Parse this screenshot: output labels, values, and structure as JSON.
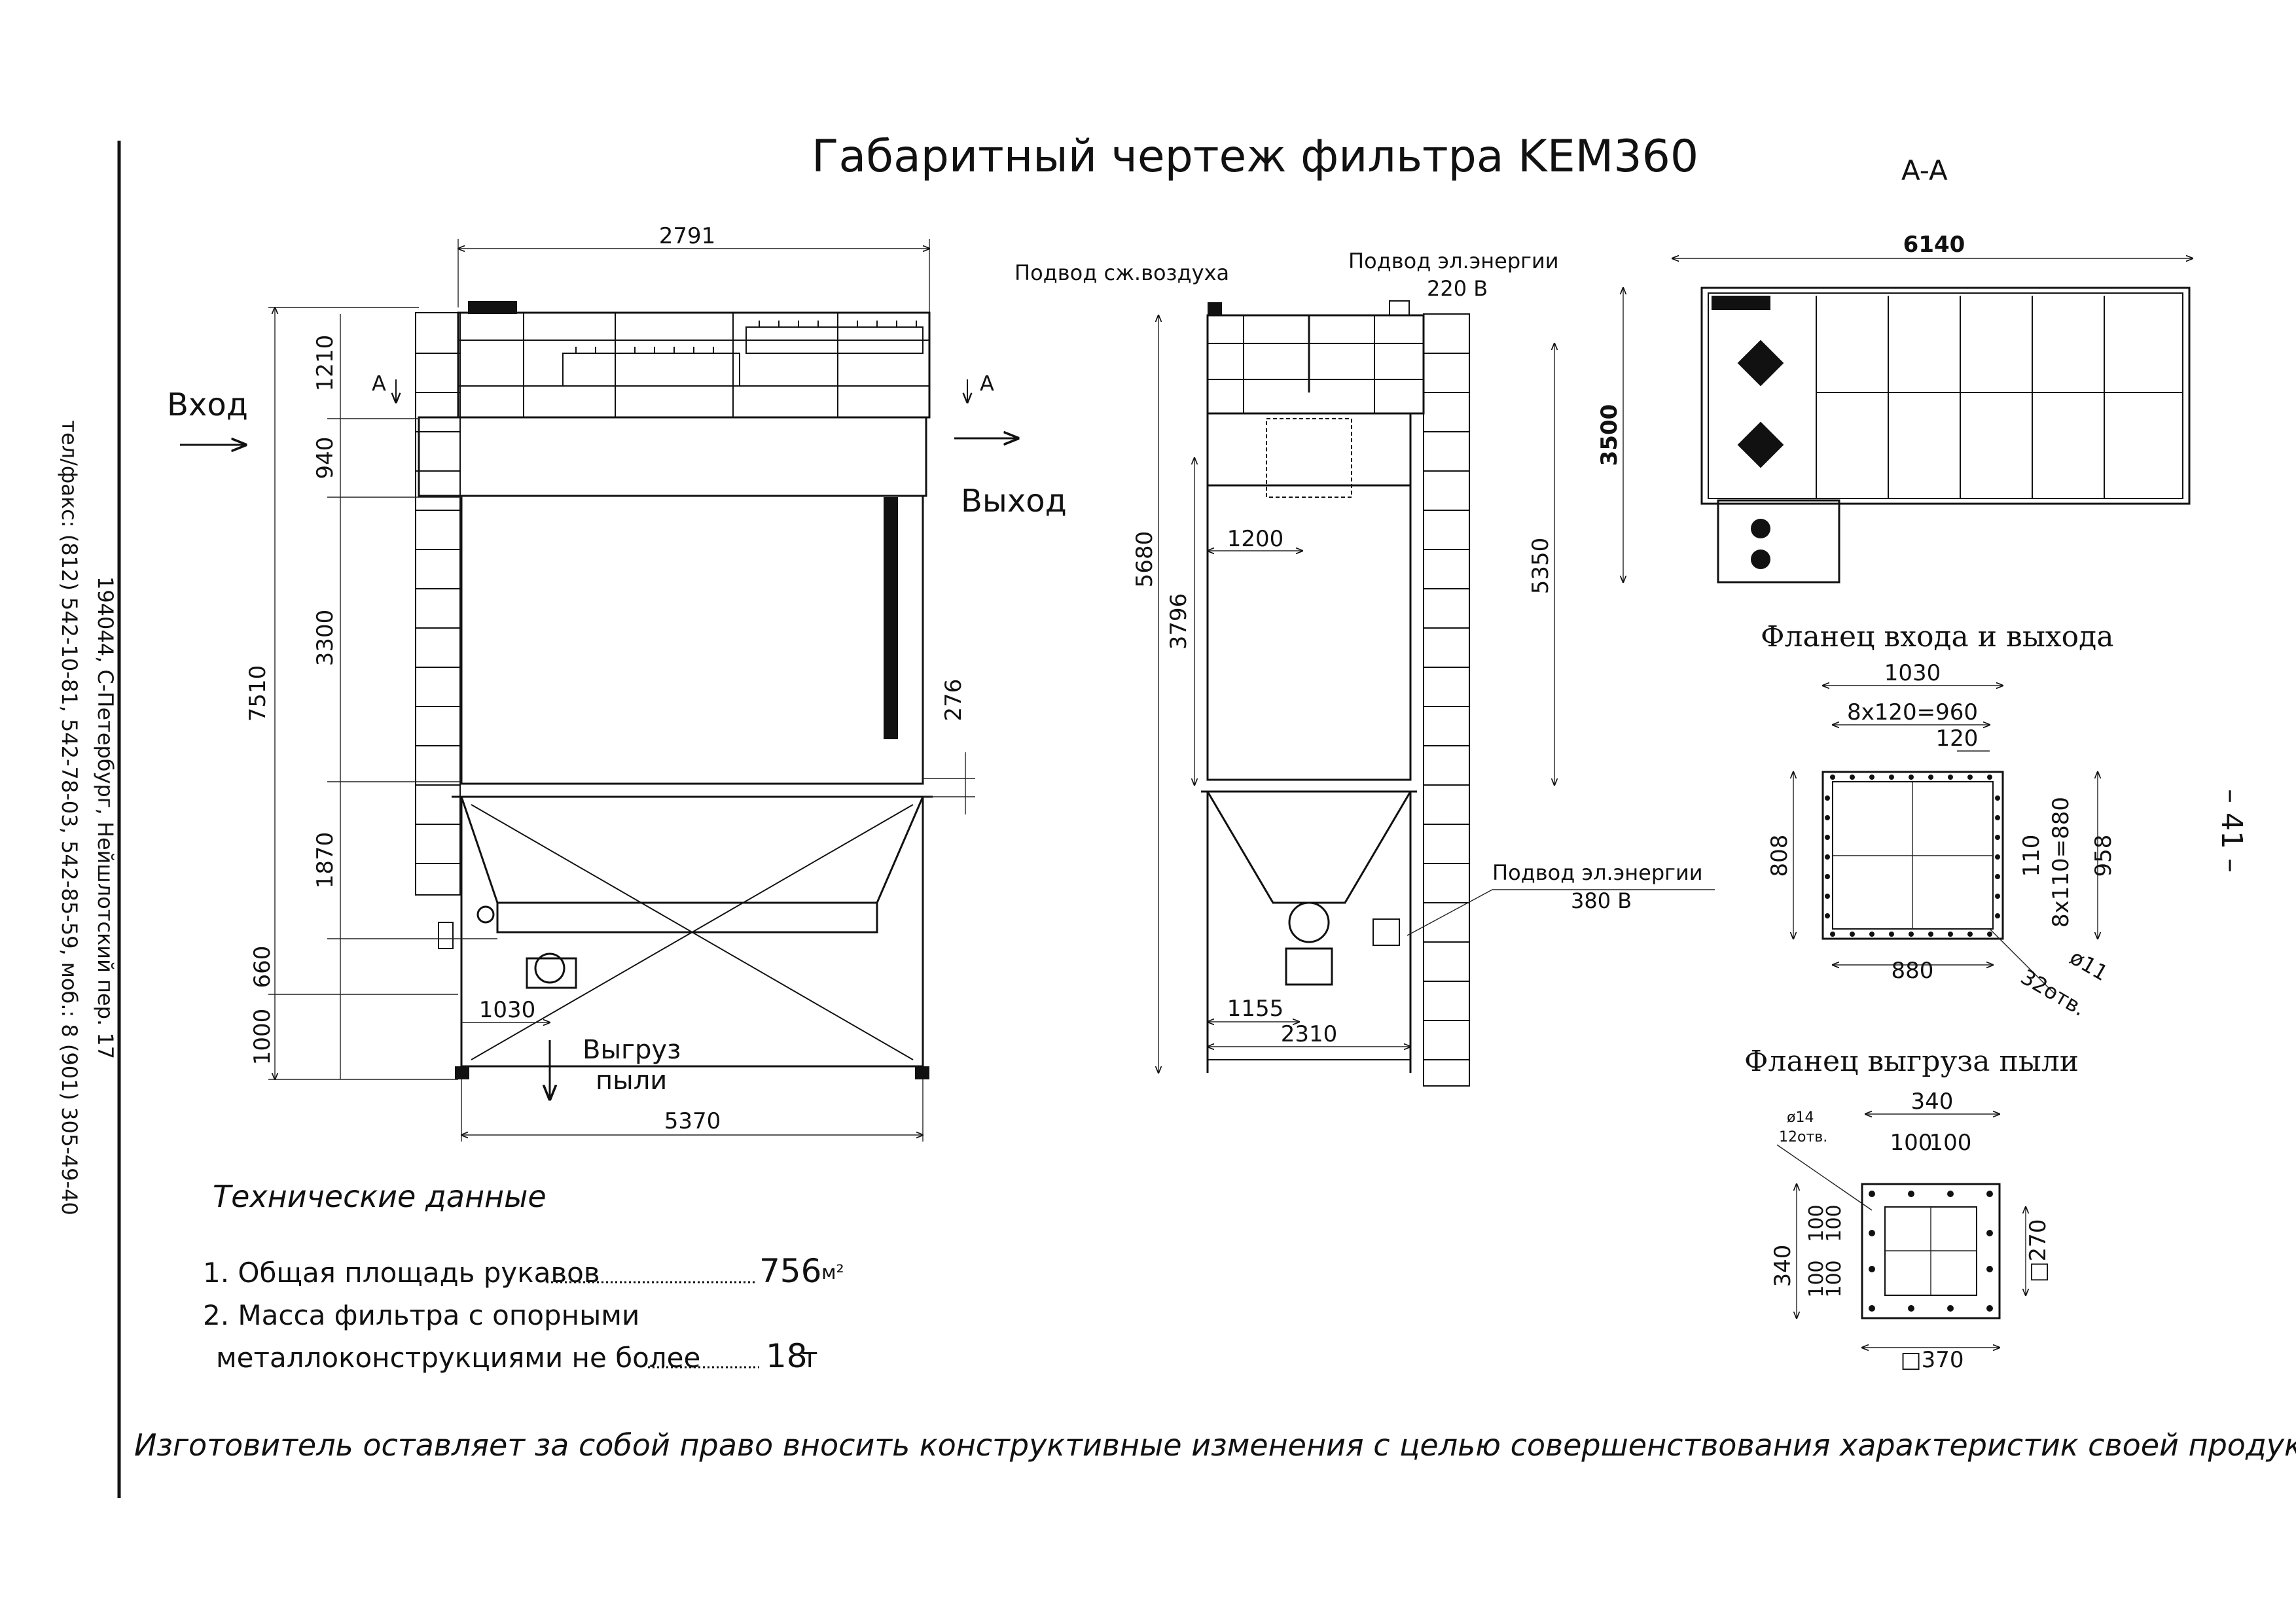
{
  "title": "Габаритный чертеж фильтра KEM360",
  "section_label": "A-A",
  "side_address": {
    "line1": "194044, С-Петербург, Нейшлотский пер. 17",
    "line2": "тел/факс: (812) 542-10-81, 542-78-03, 542-85-59, моб.: 8 (901) 305-49-40"
  },
  "page_number": "– 41 –",
  "front_view": {
    "inlet_label": "Вход",
    "outlet_label": "Выход",
    "dust_label_1": "Выгруз",
    "dust_label_2": "пыли",
    "section_mark": "A",
    "dims": {
      "top_width": "2791",
      "total_height": "7510",
      "h1": "1210",
      "h2": "940",
      "h3": "3300",
      "h4": "1870",
      "h5": "660",
      "h6": "1000",
      "bottom_width": "5370",
      "discharge_offset": "1030",
      "side_offset": "276"
    }
  },
  "side_view": {
    "air_supply": "Подвод сж.воздуха",
    "power_220_1": "Подвод эл.энергии",
    "power_220_2": "220 В",
    "power_380_1": "Подвод эл.энергии",
    "power_380_2": "380 В",
    "dims": {
      "h_total": "5680",
      "h_body": "3796",
      "h_ladder": "5350",
      "flange_w": "1200",
      "w_offset": "1155",
      "w_base": "2310"
    }
  },
  "plan_view": {
    "width": "6140",
    "depth": "3500"
  },
  "flange_inout": {
    "title": "Фланец входа и выхода",
    "outer_w": "1030",
    "pitch_w": "8x120=960",
    "step": "120",
    "inner_w": "880",
    "height_left": "808",
    "step_v": "110",
    "pitch_v": "8x110=880",
    "outer_h": "958",
    "holes_1": "32отв.",
    "holes_2": "ø11"
  },
  "flange_dust": {
    "title": "Фланец выгруза пыли",
    "top_w": "340",
    "hole_1": "ø14",
    "hole_2": "12отв.",
    "step_a": "100",
    "step_b": "100",
    "left_h": "340",
    "v_a": "100",
    "v_b": "100",
    "v_c": "100",
    "v_d": "100",
    "inner": "□270",
    "outer": "□370"
  },
  "tech_data": {
    "title": "Технические данные",
    "item1_label": "1. Общая площадь рукавов",
    "item1_value": "756",
    "item1_unit": "м²",
    "item2_label_a": "2. Масса фильтра с опорными",
    "item2_label_b": "металлоконструкциями не более",
    "item2_value": "18",
    "item2_unit": "т"
  },
  "disclaimer": "Изготовитель оставляет за собой право вносить конструктивные изменения с целью совершенствования характеристик своей продукции"
}
